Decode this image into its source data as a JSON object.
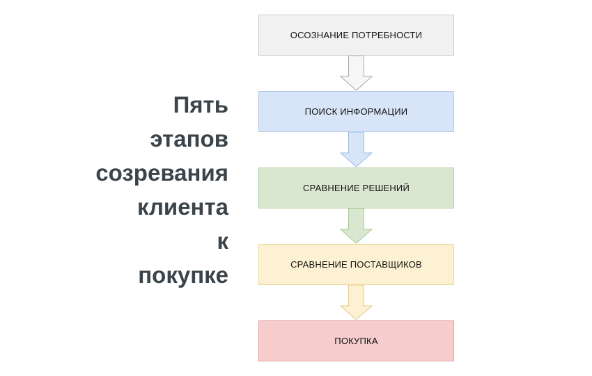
{
  "diagram": {
    "title_lines": [
      "Пять",
      "этапов",
      "созревания",
      "клиента",
      "к",
      "покупке"
    ],
    "title_text": "Пять этапов созревания клиента к покупке",
    "title_color": "#3b444a",
    "background_color": "#ffffff",
    "stages": [
      {
        "label": "ОСОЗНАНИЕ ПОТРЕБНОСТИ",
        "fill": "#f1f1f1",
        "border": "#c8c8c8",
        "arrow_fill": "#f6f6f6",
        "arrow_border": "#a6a6a6"
      },
      {
        "label": "ПОИСК ИНФОРМАЦИИ",
        "fill": "#d8e5f8",
        "border": "#b2c9e8",
        "arrow_fill": "#d8e5f8",
        "arrow_border": "#9dbbe0"
      },
      {
        "label": "СРАВНЕНИЕ РЕШЕНИЙ",
        "fill": "#d9e7d0",
        "border": "#b5d0a5",
        "arrow_fill": "#d9e7d0",
        "arrow_border": "#a9c898"
      },
      {
        "label": "СРАВНЕНИЕ ПОСТАВЩИКОВ",
        "fill": "#fcf1d2",
        "border": "#ecd89a",
        "arrow_fill": "#fcf1d2",
        "arrow_border": "#e3cb84"
      },
      {
        "label": "ПОКУПКА",
        "fill": "#f7cccc",
        "border": "#e0a3a3",
        "arrow_fill": "#f7cccc",
        "arrow_border": "#dd9b9b"
      }
    ]
  }
}
